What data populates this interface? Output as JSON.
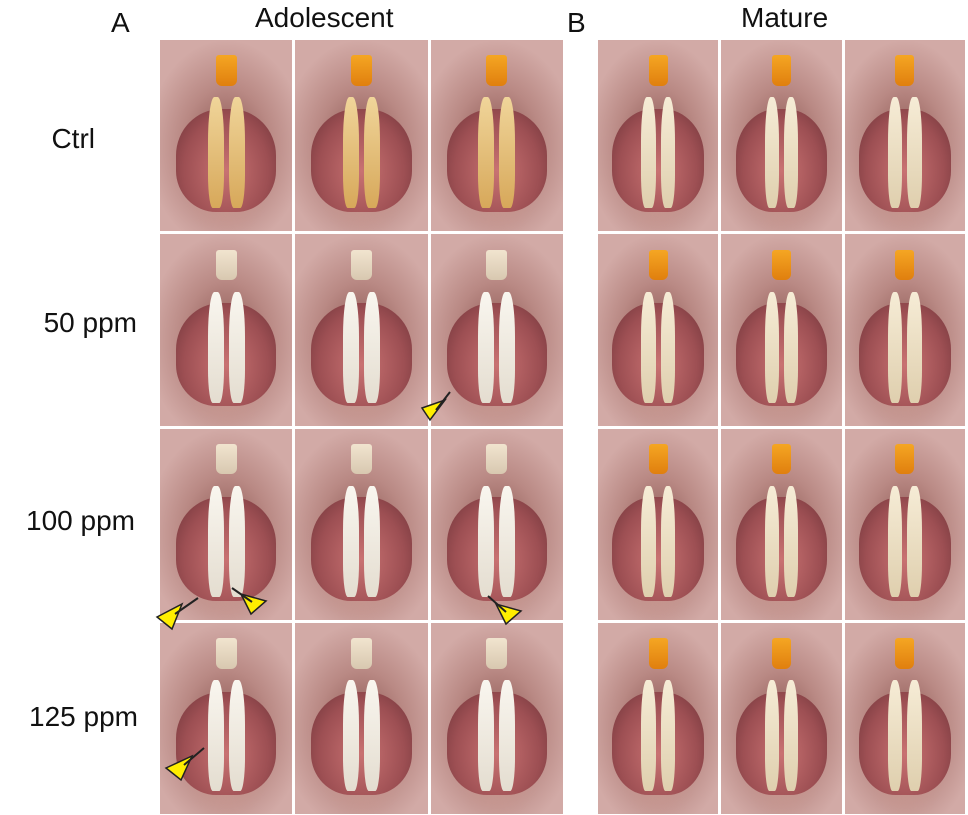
{
  "figure": {
    "panels": [
      {
        "letter": "A",
        "title": "Adolescent"
      },
      {
        "letter": "B",
        "title": "Mature"
      }
    ],
    "rows": [
      "Ctrl",
      "50 ppm",
      "100 ppm",
      "125 ppm"
    ],
    "colors": {
      "upper_incisor_orange": "#f5a623",
      "upper_incisor_pale": "#f1e4cf",
      "arrowhead": "#ffee00"
    }
  }
}
